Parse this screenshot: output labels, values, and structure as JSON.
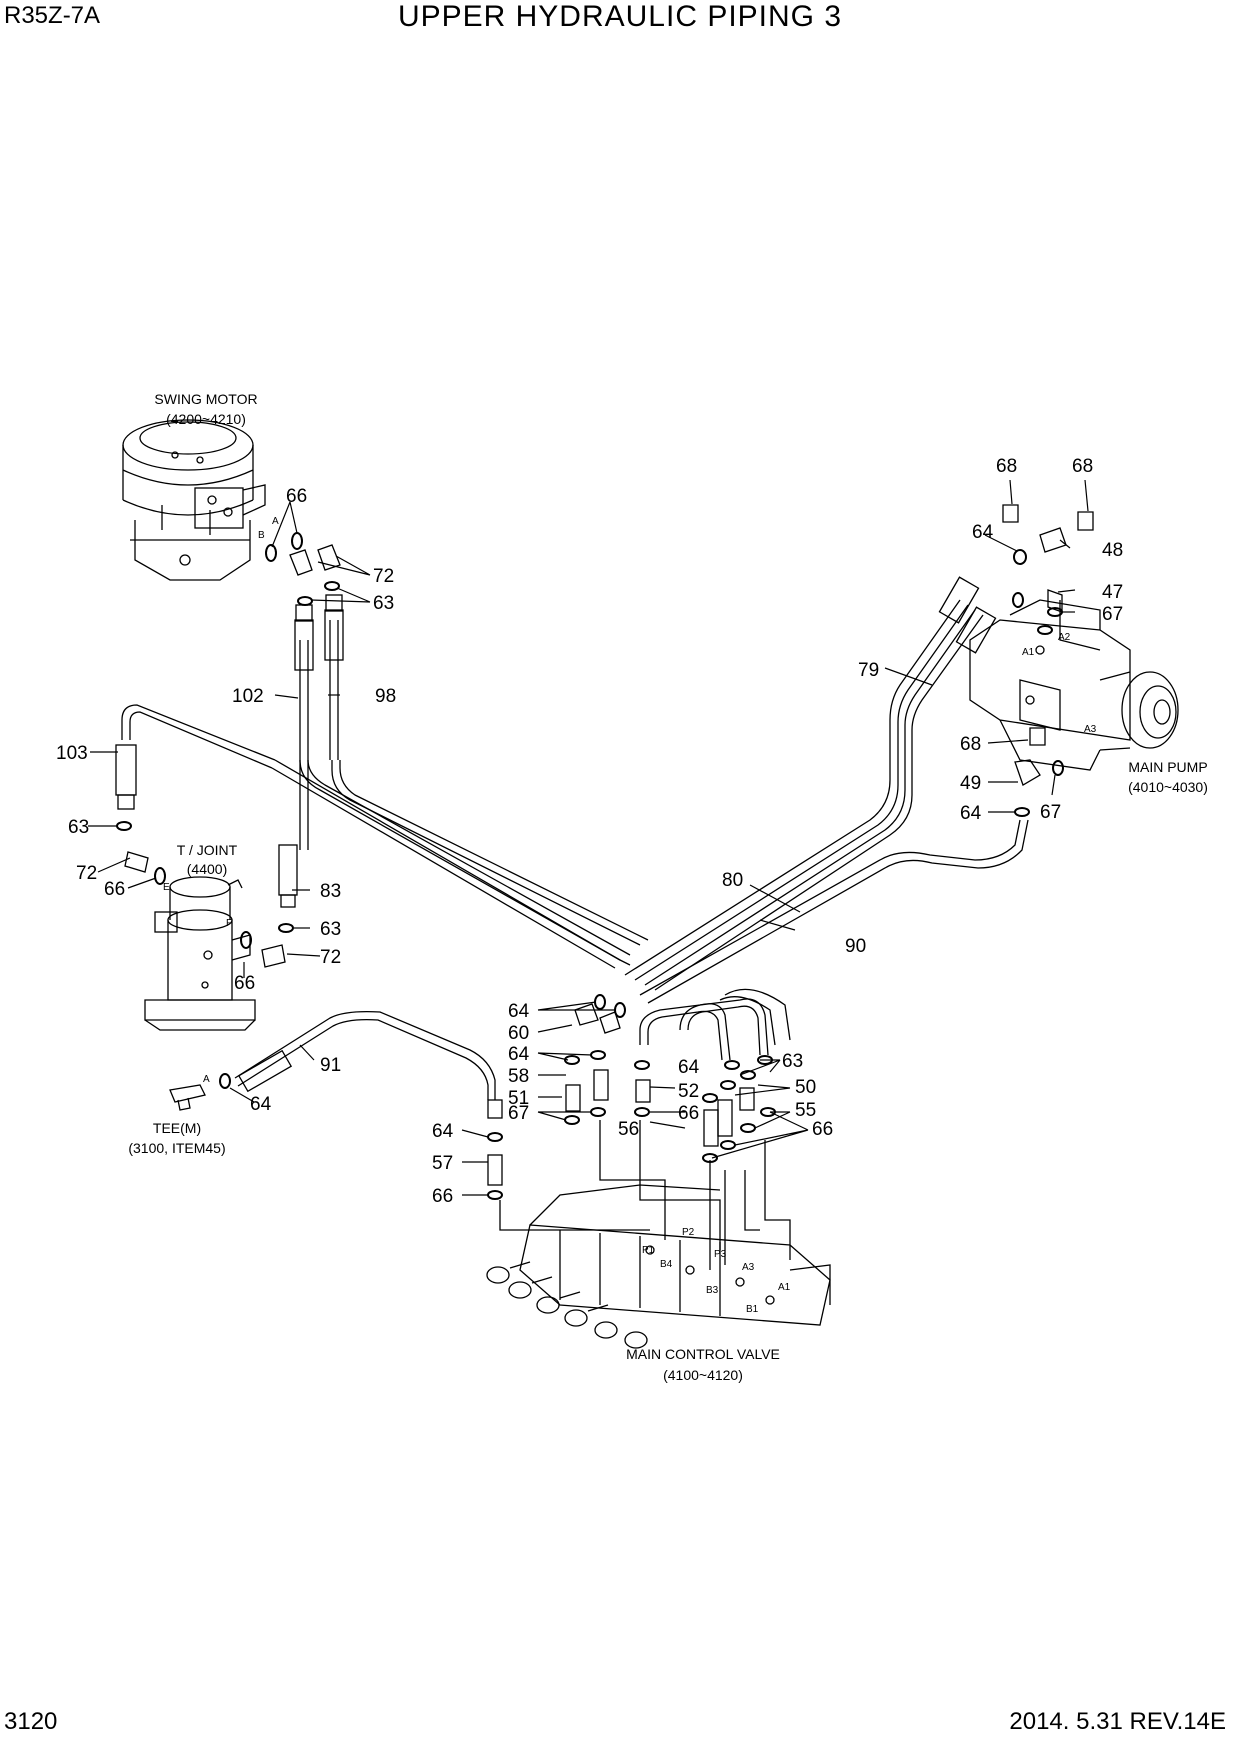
{
  "header": {
    "model": "R35Z-7A",
    "title": "UPPER HYDRAULIC PIPING 3"
  },
  "footer": {
    "page": "3120",
    "revision": "2014. 5.31  REV.14E"
  },
  "components": {
    "swing_motor": {
      "name": "SWING MOTOR",
      "range": "(4200~4210)"
    },
    "t_joint": {
      "name": "T / JOINT",
      "range": "(4400)"
    },
    "main_pump": {
      "name": "MAIN PUMP",
      "range": "(4010~4030)"
    },
    "tee": {
      "name": "TEE(M)",
      "range": "(3100, ITEM45)"
    },
    "main_control_valve": {
      "name": "MAIN CONTROL VALVE",
      "range": "(4100~4120)"
    }
  },
  "ports": {
    "sm_a": "A",
    "sm_b": "B",
    "tj_e": "E",
    "tj_f": "F",
    "tee_a": "A",
    "mp_a1": "A1",
    "mp_a2": "A2",
    "mp_a3": "A3",
    "mcv_p1": "P1",
    "mcv_p2": "P2",
    "mcv_b4": "B4",
    "mcv_p3": "P3",
    "mcv_a3": "A3",
    "mcv_b3": "B3",
    "mcv_b1": "B1",
    "mcv_a1": "A1"
  },
  "callouts": {
    "c66a": "66",
    "c72a": "72",
    "c63a": "63",
    "c102": "102",
    "c98": "98",
    "c103": "103",
    "c63b": "63",
    "c72b": "72",
    "c66b": "66",
    "c83": "83",
    "c63c": "63",
    "c72c": "72",
    "c66c": "66",
    "c91": "91",
    "c64a": "64",
    "c68a": "68",
    "c68b": "68",
    "c64b": "64",
    "c48": "48",
    "c47": "47",
    "c67a": "67",
    "c79": "79",
    "c68c": "68",
    "c49": "49",
    "c67b": "67",
    "c64c": "64",
    "c80": "80",
    "c90": "90",
    "c64d": "64",
    "c60": "60",
    "c64e": "64",
    "c58": "58",
    "c51": "51",
    "c67c": "67",
    "c64f": "64",
    "c57": "57",
    "c66d": "66",
    "c64g": "64",
    "c52": "52",
    "c66e": "66",
    "c56": "56",
    "c63d": "63",
    "c50": "50",
    "c55": "55",
    "c66f": "66"
  }
}
